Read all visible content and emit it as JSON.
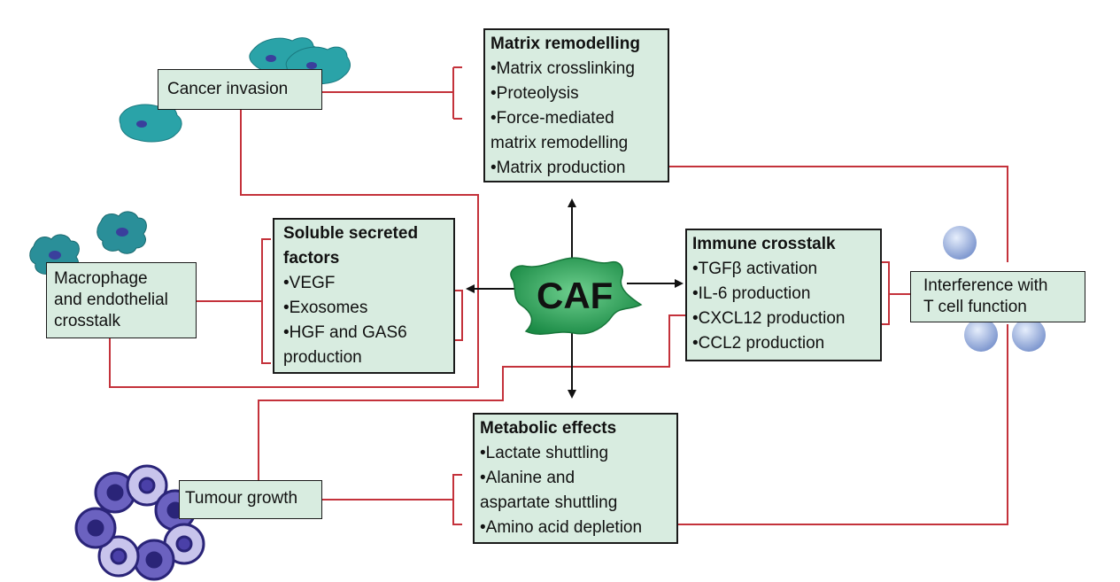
{
  "colors": {
    "box_fill": "#d8ece0",
    "box_border": "#1a1a1a",
    "inhibit_line": "#c4323b",
    "arrow": "#111111",
    "caf_green": "#1f9b4f",
    "cancer_cell": "#2aa3a8",
    "macrophage": "#2a8f99",
    "t_cell": "#8fa8d8",
    "tumour_cell": "#4a3fa0"
  },
  "caf": {
    "label": "CAF"
  },
  "matrix": {
    "title": "Matrix remodelling",
    "items": [
      "Matrix crosslinking",
      "Proteolysis",
      "Force-mediated",
      "matrix remodelling",
      "Matrix production"
    ]
  },
  "soluble": {
    "title_line1": "Soluble secreted",
    "title_line2": "factors",
    "items": [
      "VEGF",
      "Exosomes",
      "HGF and GAS6",
      "production"
    ]
  },
  "immune": {
    "title": "Immune crosstalk",
    "items": [
      "TGFβ activation",
      "IL-6 production",
      "CXCL12 production",
      "CCL2 production"
    ]
  },
  "metabolic": {
    "title": "Metabolic effects",
    "items": [
      "Lactate shuttling",
      "Alanine and",
      "aspartate shuttling",
      "Amino acid depletion"
    ]
  },
  "outcomes": {
    "cancer_invasion": "Cancer invasion",
    "macrophage_line1": "Macrophage",
    "macrophage_line2": "and endothelial",
    "macrophage_line3": "crosstalk",
    "tcell_line1": "Interference with",
    "tcell_line2": "T cell function",
    "tumour_growth": "Tumour growth"
  }
}
